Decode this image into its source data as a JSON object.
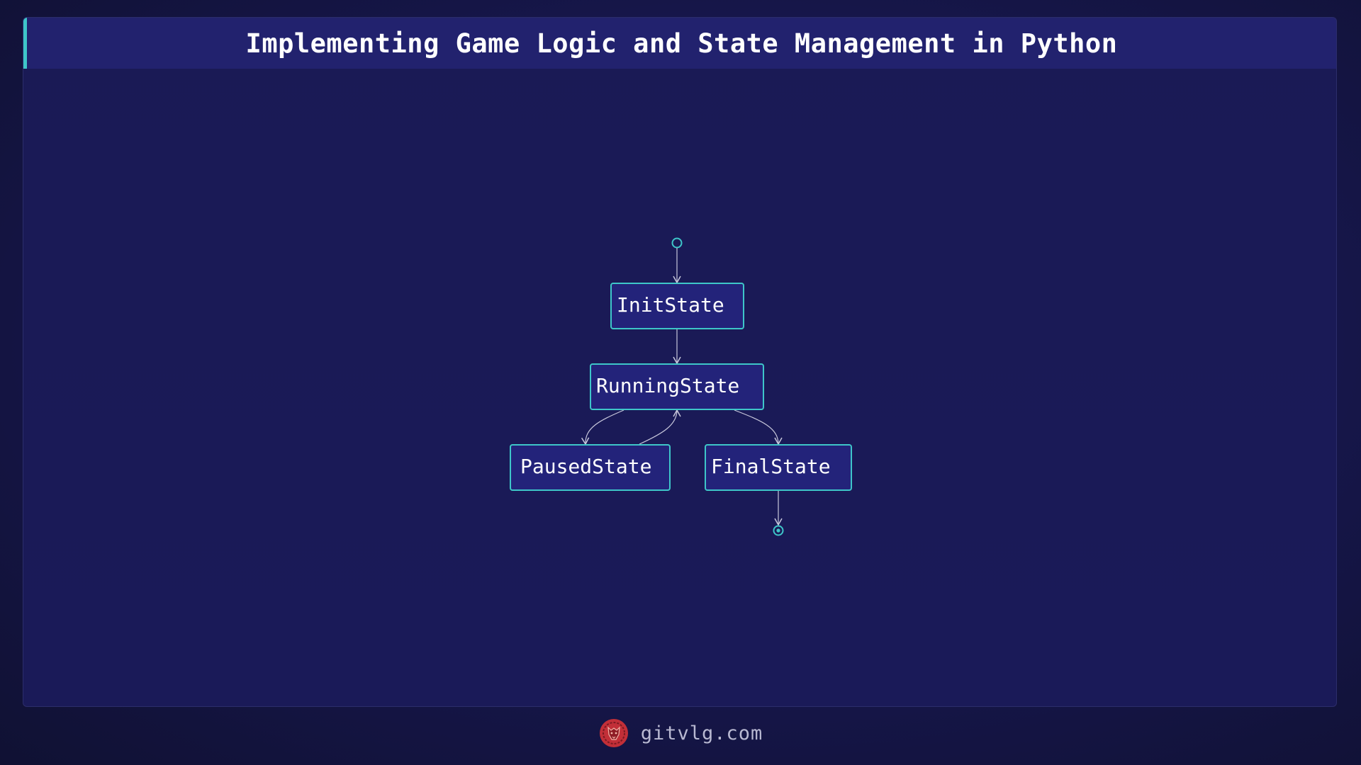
{
  "header": {
    "title": "Implementing Game Logic and State Management in Python"
  },
  "diagram": {
    "type": "state-diagram",
    "states": [
      {
        "id": "init",
        "label": "InitState"
      },
      {
        "id": "running",
        "label": "RunningState"
      },
      {
        "id": "paused",
        "label": "PausedState"
      },
      {
        "id": "final",
        "label": "FinalState"
      }
    ],
    "transitions": [
      {
        "from": "start",
        "to": "init"
      },
      {
        "from": "init",
        "to": "running"
      },
      {
        "from": "running",
        "to": "paused"
      },
      {
        "from": "paused",
        "to": "running"
      },
      {
        "from": "running",
        "to": "final"
      },
      {
        "from": "final",
        "to": "end"
      }
    ]
  },
  "footer": {
    "site": "gitvlg.com",
    "logo_icon": "lion-icon"
  },
  "colors": {
    "background": "#16164a",
    "title_bar": "#22226e",
    "accent": "#3ec6c9",
    "state_fill": "#23237a",
    "arrow": "#c8c8dc",
    "logo": "#d9363e"
  }
}
